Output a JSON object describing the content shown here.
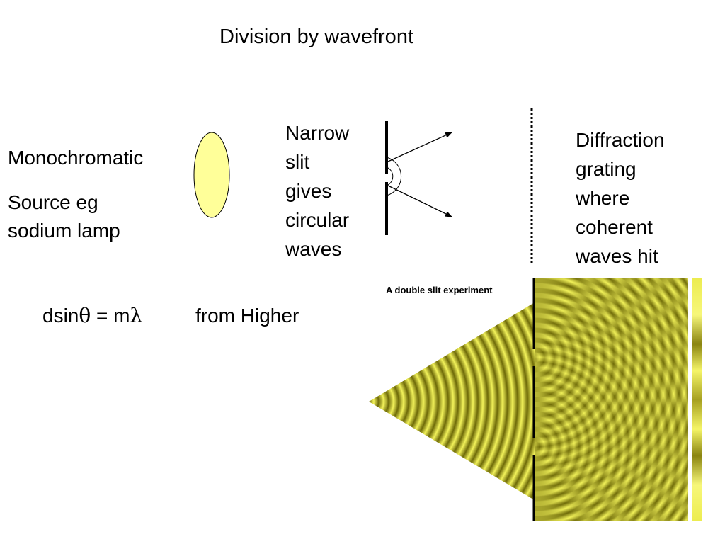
{
  "title": "Division by wavefront",
  "source": {
    "line1": "Monochromatic",
    "line2": "Source eg",
    "line3": "sodium lamp"
  },
  "slit_text": [
    "Narrow",
    "slit",
    "gives",
    "circular",
    "waves"
  ],
  "grating_text": [
    "Diffraction",
    "grating",
    "where",
    "coherent",
    "waves hit"
  ],
  "formula": {
    "lhs_prefix": "dsin",
    "theta": "θ",
    "equals": " = m",
    "lambda": "λ",
    "source_note": "from Higher"
  },
  "experiment": {
    "title": "A double slit experiment"
  },
  "colors": {
    "lamp_fill": "#ffff99",
    "wave_light": "#f2f25a",
    "wave_dark": "#6e6a08"
  }
}
